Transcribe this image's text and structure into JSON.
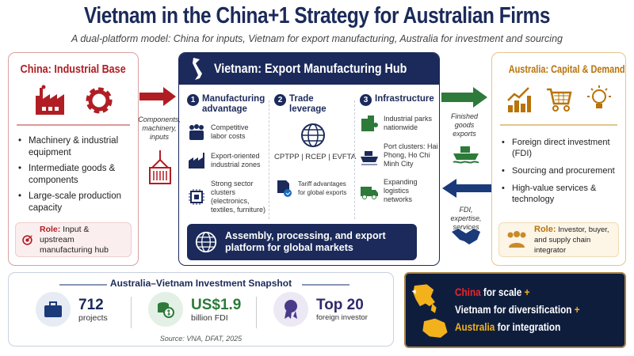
{
  "title": "Vietnam in the China+1 Strategy for Australian Firms",
  "subtitle": "A dual-platform model: China for inputs, Vietnam for export manufacturing, Australia for investment and sourcing",
  "china": {
    "title": "China: Industrial Base",
    "items": [
      "Machinery & industrial equipment",
      "Intermediate goods & components",
      "Large-scale production capacity"
    ],
    "role_label": "Role:",
    "role_text": "Input & upstream manufacturing hub",
    "color": "#b01e24"
  },
  "flows": {
    "to_vietnam": "Components, machinery, inputs",
    "to_australia": "Finished goods exports",
    "to_vietnam_from_au": "FDI, expertise, services"
  },
  "vietnam": {
    "title": "Vietnam: Export Manufacturing Hub",
    "columns": [
      {
        "num": "1",
        "title": "Manufacturing advantage",
        "items": [
          "Competitive labor costs",
          "Export-oriented industrial zones",
          "Strong sector clusters (electronics, textiles, furniture)"
        ]
      },
      {
        "num": "2",
        "title": "Trade leverage",
        "items": [
          "CPTPP | RCEP | EVFTA",
          "Tariff advantages for global exports"
        ]
      },
      {
        "num": "3",
        "title": "Infrastructure",
        "items": [
          "Industrial parks nationwide",
          "Port clusters: Hai Phong, Ho Chi Minh City",
          "Expanding logistics networks"
        ]
      }
    ],
    "band": "Assembly, processing, and export platform for global markets",
    "color": "#1b2a5a"
  },
  "australia": {
    "title": "Australia: Capital & Demand",
    "items": [
      "Foreign direct investment (FDI)",
      "Sourcing and procurement",
      "High-value services & technology"
    ],
    "role_label": "Role:",
    "role_text": "Investor, buyer, and supply chain integrator",
    "color": "#b8730a"
  },
  "snapshot": {
    "title": "Australia–Vietnam Investment Snapshot",
    "stats": [
      {
        "value": "712",
        "label": "projects"
      },
      {
        "value": "US$1.9",
        "label": "billion FDI"
      },
      {
        "value": "Top 20",
        "label": "foreign investor"
      }
    ],
    "source": "Source: VNA, DFAT, 2025"
  },
  "summary": {
    "l1a": "China",
    "l1b": " for scale ",
    "l2": "Vietnam for diversification ",
    "l3a": "Australia",
    "l3b": " for integration",
    "plus": "+"
  }
}
